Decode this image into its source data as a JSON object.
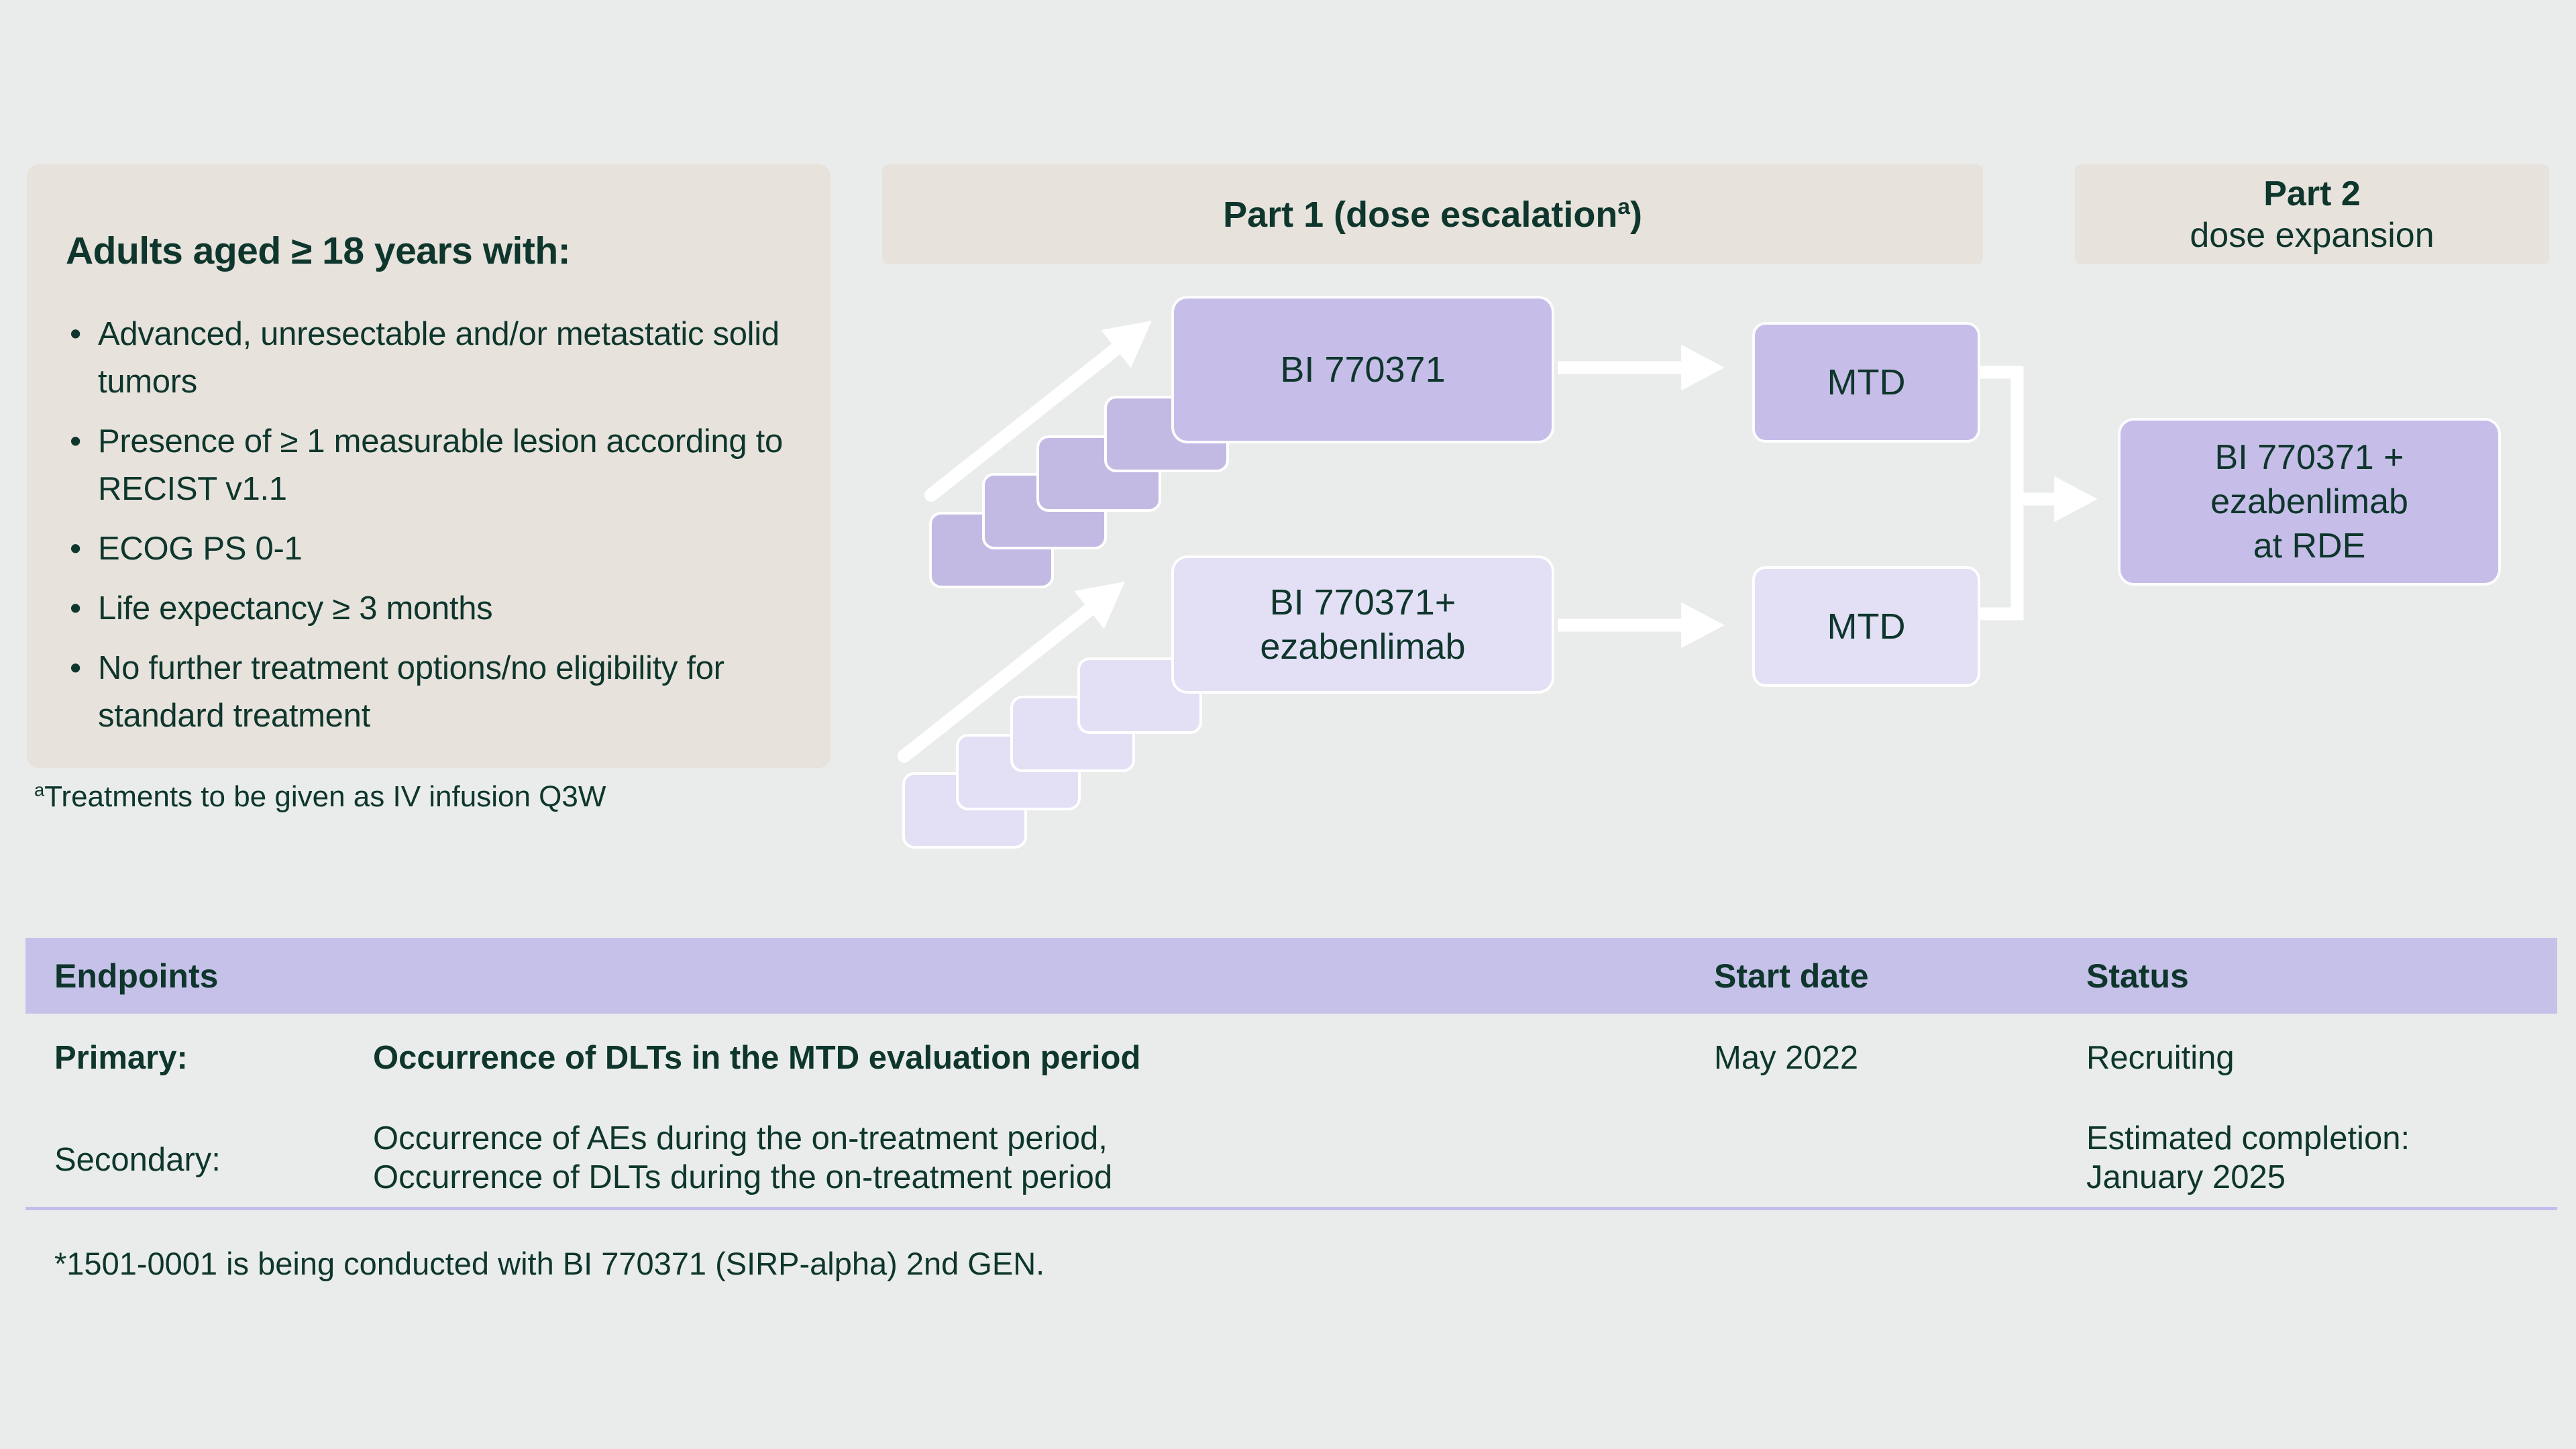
{
  "colors": {
    "background": "#e9eceb",
    "beige_panel": "#e7e2dc",
    "lavender_medium": "#c6bee8",
    "lavender_light": "#e3e0f5",
    "table_header": "#c6c1e9",
    "text_dark_green": "#0e362c",
    "arrow_white": "#ffffff"
  },
  "criteria": {
    "title": "Adults aged ≥ 18 years with:",
    "bullets": [
      "Advanced, unresectable and/or metastatic solid tumors",
      "Presence of ≥ 1 measurable lesion according to RECIST v1.1",
      "ECOG PS 0-1",
      "Life expectancy ≥ 3 months",
      "No further treatment options/no eligibility for standard treatment"
    ],
    "footnote_sup": "a",
    "footnote_text": "Treatments to be given as IV infusion Q3W"
  },
  "part1": {
    "title_prefix": "Part 1 (dose escalation",
    "title_sup": "a",
    "title_suffix": ")"
  },
  "part2": {
    "line1": "Part 2",
    "line2": "dose expansion"
  },
  "flow": {
    "arm1_box": "BI 770371",
    "arm2_box_line1": "BI 770371+",
    "arm2_box_line2": "ezabenlimab",
    "mtd1": "MTD",
    "mtd2": "MTD",
    "rde_line1": "BI 770371 +",
    "rde_line2": "ezabenlimab",
    "rde_line3": "at RDE"
  },
  "table": {
    "headers": [
      "Endpoints",
      "Start date",
      "Status"
    ],
    "rows": [
      {
        "label": "Primary:",
        "desc": "Occurrence of DLTs in the MTD evaluation period",
        "start": "May 2022",
        "status": "Recruiting"
      },
      {
        "label": "Secondary:",
        "desc_lines": [
          "Occurrence of AEs during the on-treatment period,",
          "Occurrence of DLTs during the on-treatment period"
        ],
        "status_lines": [
          "Estimated completion:",
          "January 2025"
        ]
      }
    ]
  },
  "footnote_bottom": "*1501-0001 is being conducted with BI 770371 (SIRP-alpha) 2nd GEN."
}
